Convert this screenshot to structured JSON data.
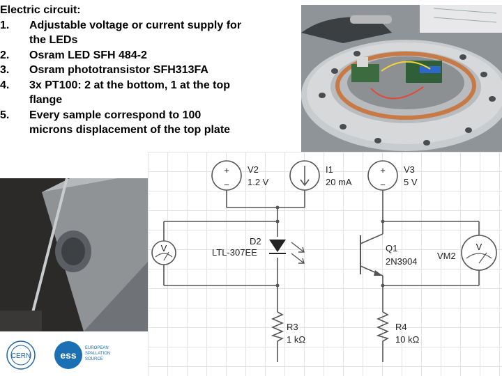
{
  "text_block": {
    "heading": "Electric circuit:",
    "items": [
      {
        "num": "1.",
        "text": "Adjustable voltage or current supply for the LEDs"
      },
      {
        "num": "2.",
        "text": "Osram LED SFH 484-2"
      },
      {
        "num": "3.",
        "text": "Osram phototransistor SFH313FA"
      },
      {
        "num": "4.",
        "text": "3x PT100: 2 at the bottom, 1 at the top flange"
      },
      {
        "num": "5.",
        "text": "Every sample correspond to 100 microns displacement of the top plate"
      }
    ]
  },
  "schematic": {
    "v2": {
      "name": "V2",
      "value": "1.2 V"
    },
    "i1": {
      "name": "I1",
      "value": "20 mA"
    },
    "v3": {
      "name": "V3",
      "value": "5 V"
    },
    "d2": {
      "name": "D2",
      "part": "LTL-307EE"
    },
    "q1": {
      "name": "Q1",
      "part": "2N3904"
    },
    "vm2": {
      "name": "VM2"
    },
    "r3": {
      "name": "R3",
      "value": "1 kΩ"
    },
    "r4": {
      "name": "R4",
      "value": "10 kΩ"
    },
    "meter_symbol": "V",
    "plus": "+",
    "minus": "−"
  },
  "logos": {
    "cern": "CERN",
    "ess_mark": "ess",
    "ess_line1": "EUROPEAN",
    "ess_line2": "SPALLATION",
    "ess_line3": "SOURCE"
  },
  "colors": {
    "ess_blue": "#1b6fb3",
    "cern_blue": "#1f64a8",
    "copper": "#c77a45",
    "wire": "#555555"
  }
}
